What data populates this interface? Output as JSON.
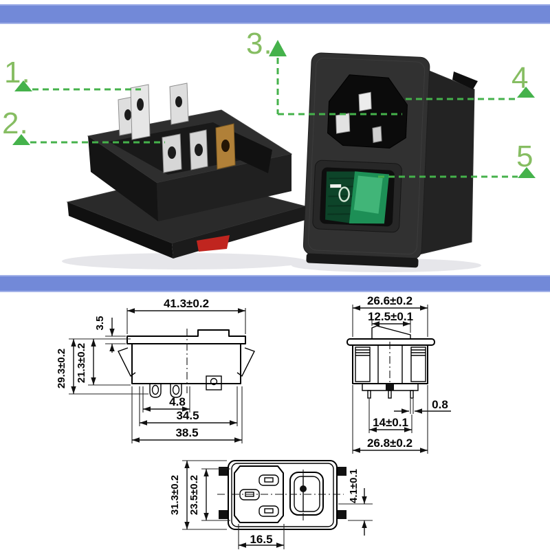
{
  "colors": {
    "divider_blue": "#7289d8",
    "callout_text_green": "#86bd62",
    "callout_arrow_green": "#45b24b",
    "drawing_ink": "#000000",
    "switch_glow_green": "#1d8f56",
    "rocker_red": "#c0251f",
    "brass_terminal": "#b08038"
  },
  "icons": {
    "callout_arrow": "triangle-up-icon",
    "dimension_arrow": "arrowhead-icon"
  },
  "callouts": {
    "c1": "1.",
    "c2": "2.",
    "c3": "3.",
    "c4": "4",
    "c5": "5"
  },
  "drawings": {
    "side_view": {
      "top_width": "41.3±0.2",
      "flange_thickness": "3.5",
      "outer_height": "29.3±0.2",
      "inner_height": "21.3±0.2",
      "terminal_offset": "4.8",
      "mid_width": "34.5",
      "base_width": "38.5"
    },
    "switch_side_view": {
      "flange_width": "26.6±0.2",
      "rocker_width": "12.5±0.1",
      "pin_thickness": "0.8",
      "pin_pitch": "14±0.1",
      "base_width": "26.8±0.2"
    },
    "front_view": {
      "outer_height": "31.3±0.2",
      "inner_height": "23.5±0.2",
      "inlet_width": "16.5",
      "pin_offset": "4.1±0.1"
    }
  }
}
